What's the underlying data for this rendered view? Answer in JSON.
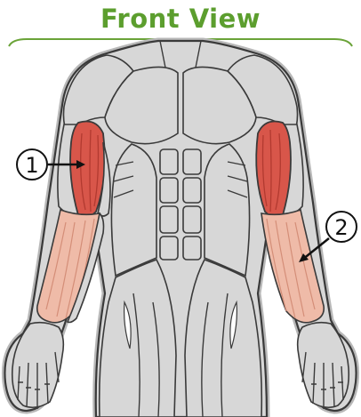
{
  "title": "Front View",
  "colors": {
    "title": "#5c9e2e",
    "rule": "#6aa338",
    "body_fill": "#d7d7d7",
    "body_stroke": "#3a3a3a",
    "outline_halo": "#b8b8b8",
    "biceps": "#d8564a",
    "biceps_dark": "#b23a30",
    "forearm": "#efbba8",
    "forearm_line": "#d48e78"
  },
  "callouts": [
    {
      "number": "1",
      "target": "biceps"
    },
    {
      "number": "2",
      "target": "forearm-flexors"
    }
  ]
}
